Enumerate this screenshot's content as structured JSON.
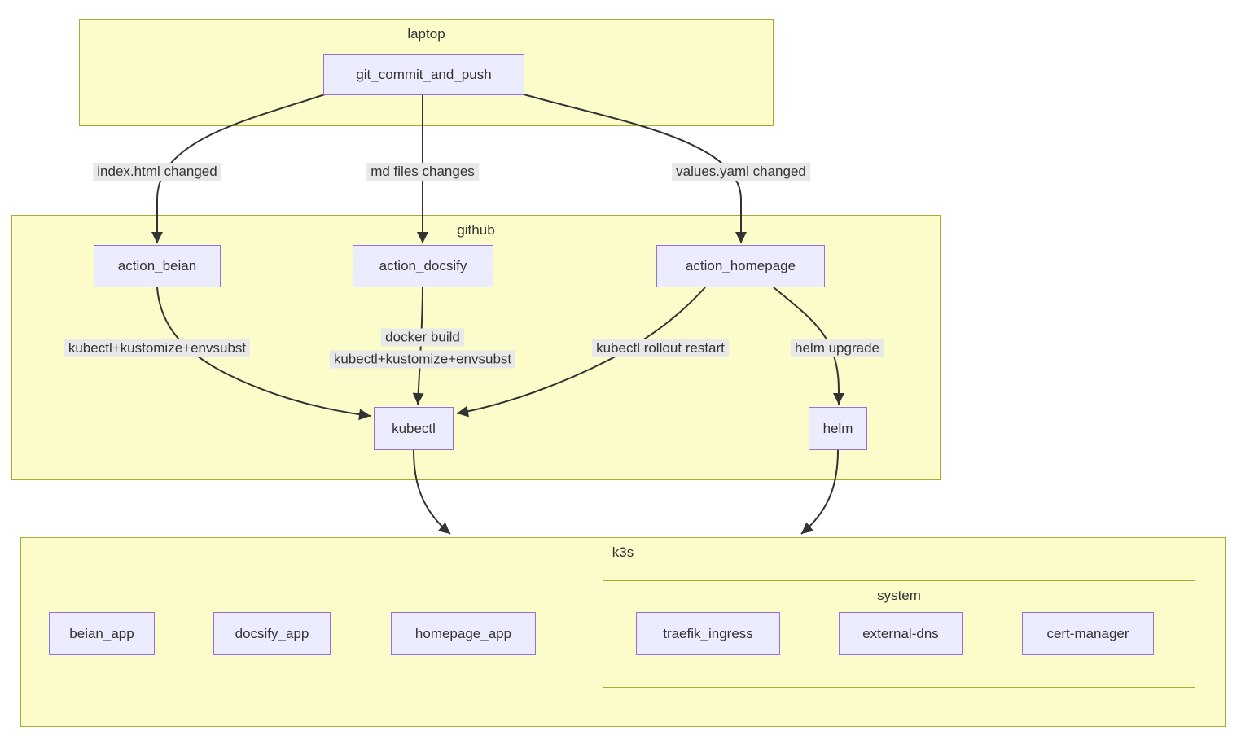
{
  "diagram": {
    "type": "flowchart",
    "colors": {
      "bg": "#ffffff",
      "text": "#333333",
      "line": "#333333",
      "cluster_fill": "#fcfccb",
      "cluster_border": "#a9a933",
      "node_fill": "#ececff",
      "node_border": "#9370db",
      "edge_label_bg": "#e8e8e8"
    },
    "clusters": {
      "laptop": "laptop",
      "github": "github",
      "k3s": "k3s",
      "system": "system"
    },
    "nodes": {
      "git_commit_and_push": "git_commit_and_push",
      "action_beian": "action_beian",
      "action_docsify": "action_docsify",
      "action_homepage": "action_homepage",
      "kubectl": "kubectl",
      "helm": "helm",
      "beian_app": "beian_app",
      "docsify_app": "docsify_app",
      "homepage_app": "homepage_app",
      "traefik_ingress": "traefik_ingress",
      "external_dns": "external-dns",
      "cert_manager": "cert-manager"
    },
    "edges": [
      {
        "from": "git_commit_and_push",
        "to": "action_beian",
        "label": "index.html changed"
      },
      {
        "from": "git_commit_and_push",
        "to": "action_docsify",
        "label": "md files changes"
      },
      {
        "from": "git_commit_and_push",
        "to": "action_homepage",
        "label": "values.yaml changed"
      },
      {
        "from": "action_beian",
        "to": "kubectl",
        "label": "kubectl+kustomize+envsubst"
      },
      {
        "from": "action_docsify",
        "to": "kubectl",
        "label_lines": [
          "docker build",
          "kubectl+kustomize+envsubst"
        ]
      },
      {
        "from": "action_homepage",
        "to": "kubectl",
        "label": "kubectl rollout restart"
      },
      {
        "from": "action_homepage",
        "to": "helm",
        "label": "helm upgrade"
      },
      {
        "from": "kubectl",
        "to": "k3s"
      },
      {
        "from": "helm",
        "to": "k3s"
      }
    ]
  }
}
